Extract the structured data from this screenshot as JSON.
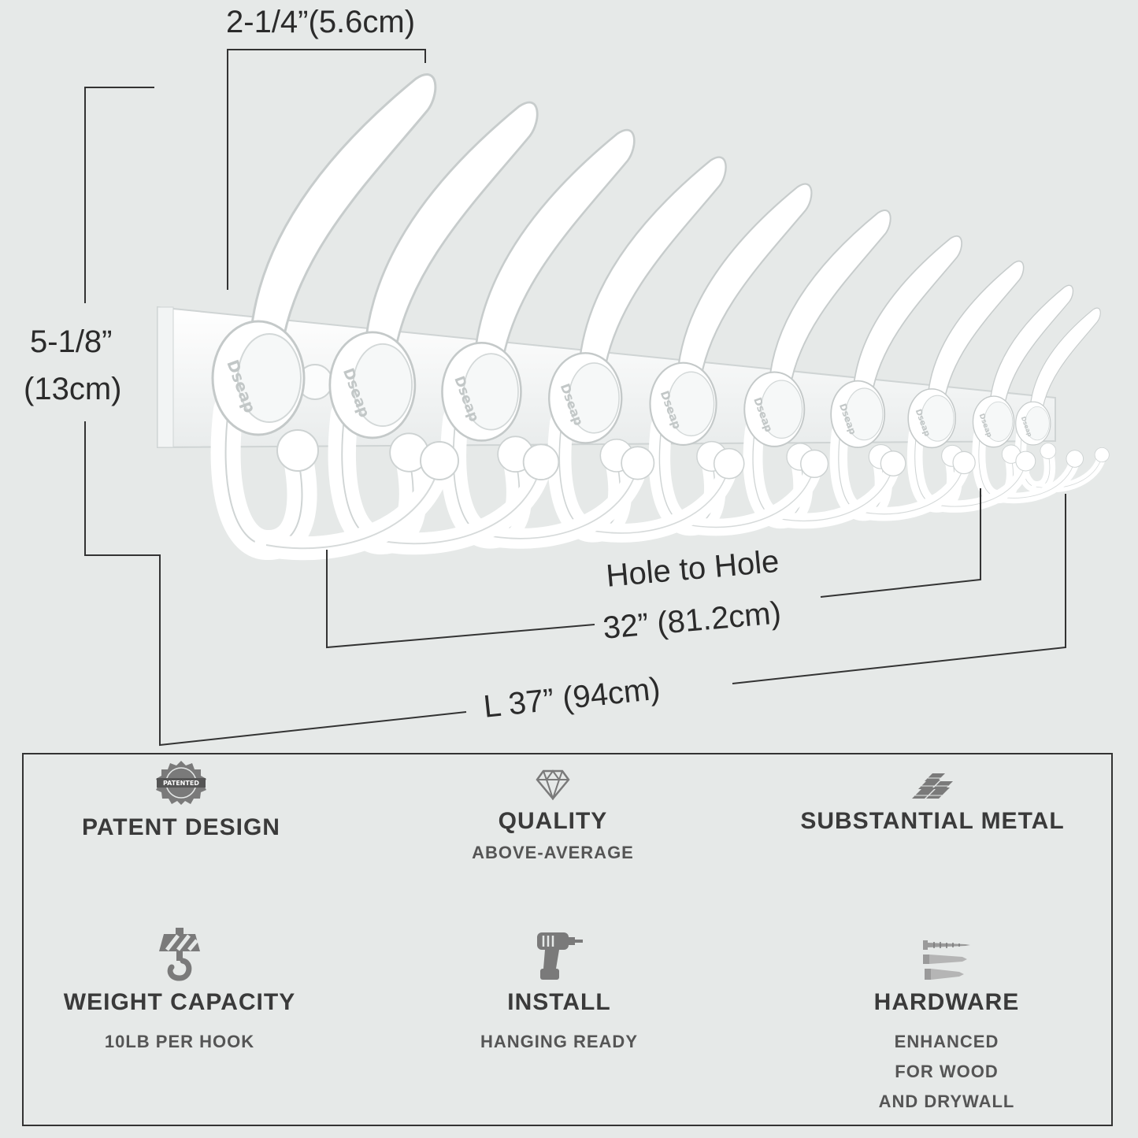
{
  "dimensions": {
    "width_label": "2-1/4”(5.6cm)",
    "height_label_line1": "5-1/8”",
    "height_label_line2": "(13cm)",
    "hole_label_line1": "Hole to Hole",
    "hole_label_line2": "32” (81.2cm)",
    "length_label": "L 37” (94cm)"
  },
  "brand_mark": "Dseap",
  "features": [
    {
      "icon": "patented-seal-icon",
      "title": "PATENT DESIGN",
      "subtitle": "",
      "seal_text": "PATENTED"
    },
    {
      "icon": "diamond-icon",
      "title": "QUALITY",
      "subtitle": "ABOVE-AVERAGE"
    },
    {
      "icon": "metal-bars-icon",
      "title": "SUBSTANTIAL METAL",
      "subtitle": ""
    },
    {
      "icon": "crane-hook-icon",
      "title": "WEIGHT CAPACITY",
      "subtitle": "10LB PER HOOK"
    },
    {
      "icon": "drill-icon",
      "title": "INSTALL",
      "subtitle": "HANGING READY"
    },
    {
      "icon": "screw-anchor-icon",
      "title": "HARDWARE",
      "subtitle_lines": [
        "ENHANCED",
        "FOR WOOD",
        "AND DRYWALL"
      ]
    }
  ],
  "colors": {
    "background": "#e6e9e8",
    "hook": "#ffffff",
    "text": "#2f2f2f",
    "icon": "#7a7a7a"
  }
}
